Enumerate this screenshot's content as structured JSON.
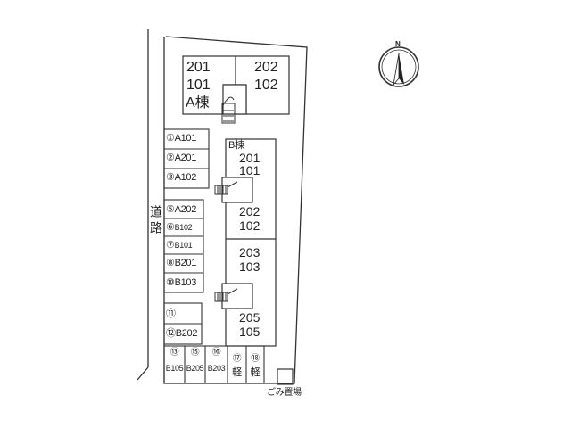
{
  "road_label": "道路",
  "garbage_label": "ごみ置場",
  "building_a": {
    "label": "A棟",
    "left_units": [
      "201",
      "101"
    ],
    "right_units": [
      "202",
      "102"
    ]
  },
  "building_b": {
    "label": "B棟",
    "unit_pairs": [
      [
        "201",
        "101"
      ],
      [
        "202",
        "102"
      ],
      [
        "203",
        "103"
      ],
      [
        "205",
        "105"
      ]
    ]
  },
  "parking_column": [
    {
      "num": "①",
      "unit": "A101"
    },
    {
      "num": "②",
      "unit": "A201"
    },
    {
      "num": "③",
      "unit": "A102"
    },
    {
      "num": "⑤",
      "unit": "A202"
    },
    {
      "num": "⑥",
      "unit": "B102"
    },
    {
      "num": "⑦",
      "unit": "B101"
    },
    {
      "num": "⑧",
      "unit": "B201"
    },
    {
      "num": "⑩",
      "unit": "B103"
    },
    {
      "num": "⑪",
      "unit": ""
    },
    {
      "num": "⑫",
      "unit": "B202"
    }
  ],
  "parking_row": [
    {
      "num": "⑬",
      "unit": "B105"
    },
    {
      "num": "⑮",
      "unit": "B205"
    },
    {
      "num": "⑯",
      "unit": "B203"
    },
    {
      "num": "⑰",
      "unit": "軽"
    },
    {
      "num": "⑱",
      "unit": "軽"
    }
  ],
  "north_label": "N"
}
